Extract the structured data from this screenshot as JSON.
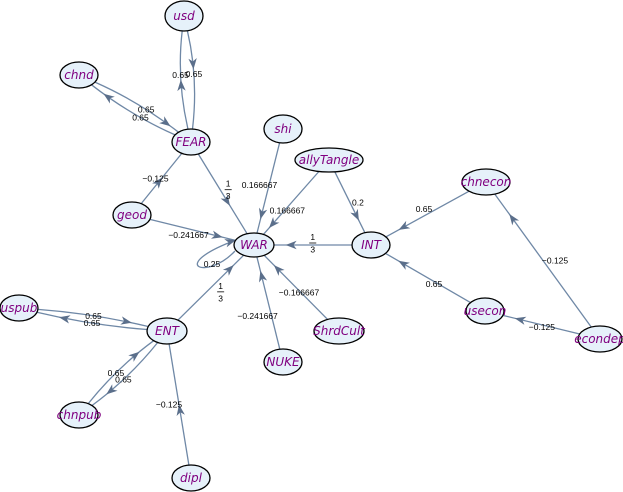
{
  "colors": {
    "node_fill": "#e6f1fa",
    "node_stroke": "#000000",
    "label": "#800080",
    "edge": "#6f88a6",
    "arrowhead": "#5b6f8b",
    "weight_text": "#000000"
  },
  "nodes": [
    {
      "id": "usd",
      "label": "usd"
    },
    {
      "id": "chnd",
      "label": "chnd"
    },
    {
      "id": "FEAR",
      "label": "FEAR"
    },
    {
      "id": "shi",
      "label": "shi"
    },
    {
      "id": "allyTangle",
      "label": "allyTangle"
    },
    {
      "id": "chnecon",
      "label": "chnecon"
    },
    {
      "id": "geod",
      "label": "geod"
    },
    {
      "id": "WAR",
      "label": "WAR"
    },
    {
      "id": "INT",
      "label": "INT"
    },
    {
      "id": "uspub",
      "label": "uspub"
    },
    {
      "id": "ENT",
      "label": "ENT"
    },
    {
      "id": "ShrdCult",
      "label": "ShrdCult"
    },
    {
      "id": "usecon",
      "label": "usecon"
    },
    {
      "id": "econdep",
      "label": "econdep"
    },
    {
      "id": "NUKE",
      "label": "NUKE"
    },
    {
      "id": "chnpub",
      "label": "chnpub"
    },
    {
      "id": "dipl",
      "label": "dipl"
    }
  ],
  "edges": [
    {
      "from": "FEAR",
      "to": "usd",
      "weight": "0.65"
    },
    {
      "from": "usd",
      "to": "FEAR",
      "weight": "0.65"
    },
    {
      "from": "chnd",
      "to": "FEAR",
      "weight": "0.65"
    },
    {
      "from": "FEAR",
      "to": "chnd",
      "weight": "0.65"
    },
    {
      "from": "geod",
      "to": "FEAR",
      "weight": "−0.125"
    },
    {
      "from": "FEAR",
      "to": "WAR",
      "weight": "1/3",
      "fraction": true
    },
    {
      "from": "shi",
      "to": "WAR",
      "weight": "0.166667"
    },
    {
      "from": "allyTangle",
      "to": "WAR",
      "weight": "0.166667"
    },
    {
      "from": "allyTangle",
      "to": "INT",
      "weight": "0.2"
    },
    {
      "from": "geod",
      "to": "WAR",
      "weight": "−0.241667"
    },
    {
      "from": "WAR",
      "to": "WAR",
      "weight": "0.25",
      "loop": true
    },
    {
      "from": "INT",
      "to": "WAR",
      "weight": "1/3",
      "fraction": true
    },
    {
      "from": "chnecon",
      "to": "INT",
      "weight": "0.65"
    },
    {
      "from": "econdep",
      "to": "chnecon",
      "weight": "−0.125"
    },
    {
      "from": "ENT",
      "to": "WAR",
      "weight": "1/3",
      "fraction": true
    },
    {
      "from": "ShrdCult",
      "to": "WAR",
      "weight": "−0.166667"
    },
    {
      "from": "NUKE",
      "to": "WAR",
      "weight": "−0.241667"
    },
    {
      "from": "usecon",
      "to": "INT",
      "weight": "0.65"
    },
    {
      "from": "econdep",
      "to": "usecon",
      "weight": "−0.125"
    },
    {
      "from": "uspub",
      "to": "ENT",
      "weight": "0.65"
    },
    {
      "from": "ENT",
      "to": "uspub",
      "weight": "0.65"
    },
    {
      "from": "chnpub",
      "to": "ENT",
      "weight": "0.65"
    },
    {
      "from": "ENT",
      "to": "chnpub",
      "weight": "0.65"
    },
    {
      "from": "dipl",
      "to": "ENT",
      "weight": "−0.125"
    }
  ]
}
